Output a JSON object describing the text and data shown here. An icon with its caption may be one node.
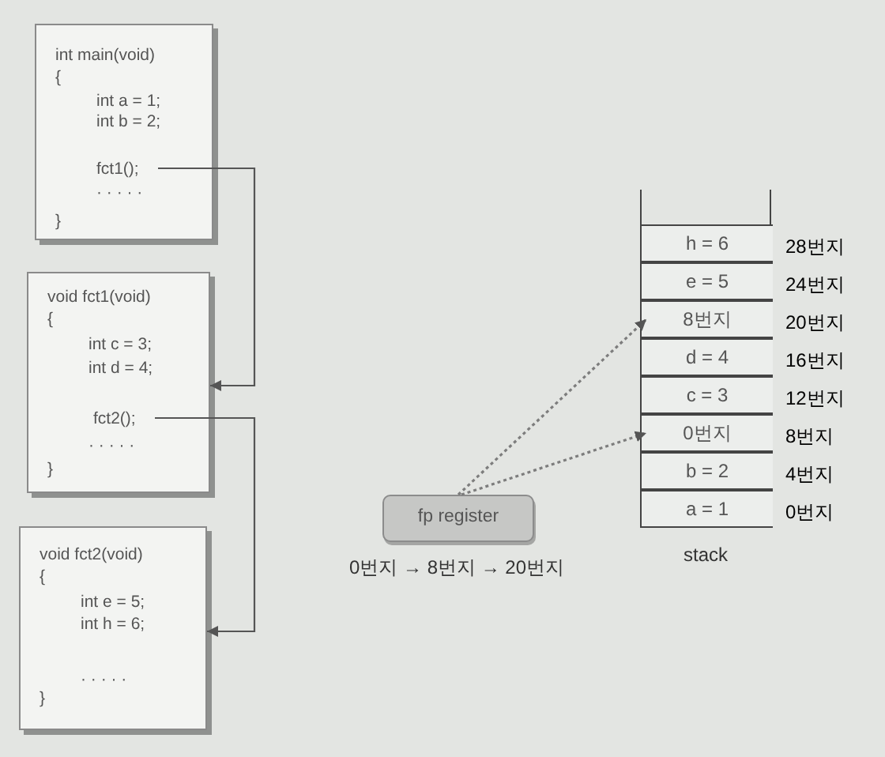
{
  "diagram": {
    "nodes": [
      {
        "text": [
          "int main(void)",
          "{",
          "int a = 1;",
          "int b = 2;",
          "· · · · ·",
          "}"
        ]
      },
      {
        "text": [
          "fct1();"
        ],
        "in": 0
      },
      {
        "text": [
          "void fct1(void)",
          "{",
          "int c = 3;",
          "int d = 4;",
          "· · · · ·",
          "}"
        ]
      },
      {
        "text": [
          "fct2();"
        ],
        "in": 2
      },
      {
        "text": [
          "void fct2(void)",
          "{",
          "int e = 5;",
          "int h = 6;",
          "· · · · ·",
          "}"
        ]
      },
      {
        "text": [
          "fp register"
        ],
        "beside": [
          "0번지 → 8번지 → 20번지"
        ]
      },
      {
        "text": [
          "stack"
        ]
      },
      {
        "text": [
          "h = 6"
        ],
        "in": 6,
        "beside": [
          "28번지"
        ]
      },
      {
        "text": [
          "e = 5"
        ],
        "in": 6,
        "beside": [
          "24번지"
        ]
      },
      {
        "text": [
          "8번지"
        ],
        "in": 6,
        "beside": [
          "20번지"
        ]
      },
      {
        "text": [
          "d = 4"
        ],
        "in": 6,
        "beside": [
          "16번지"
        ]
      },
      {
        "text": [
          "c = 3"
        ],
        "in": 6,
        "beside": [
          "12번지"
        ]
      },
      {
        "text": [
          "0번지"
        ],
        "in": 6,
        "beside": [
          "8번지"
        ]
      },
      {
        "text": [
          "b = 2"
        ],
        "in": 6,
        "beside": [
          "4번지"
        ]
      },
      {
        "text": [
          "a = 1"
        ],
        "in": 6,
        "beside": [
          "0번지"
        ]
      }
    ],
    "edges": [
      {
        "from": 1,
        "to": 2,
        "arrow": "to"
      },
      {
        "from": 3,
        "to": 4,
        "arrow": "to"
      },
      {
        "from": 5,
        "to": 9,
        "arrow": "to",
        "style": "dashed"
      },
      {
        "from": 5,
        "to": 12,
        "arrow": "to",
        "style": "dashed"
      }
    ]
  }
}
